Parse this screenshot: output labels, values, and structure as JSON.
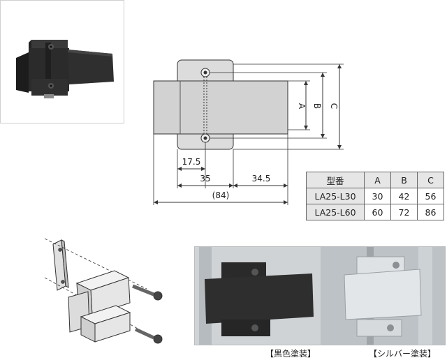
{
  "drawing": {
    "dim_A": "A",
    "dim_B": "B",
    "dim_C": "C",
    "dim_17_5": "17.5",
    "dim_35": "35",
    "dim_34_5": "34.5",
    "dim_84": "(84)"
  },
  "spec_table": {
    "headers": [
      "型番",
      "A",
      "B",
      "C"
    ],
    "rows": [
      [
        "LA25-L30",
        "30",
        "42",
        "56"
      ],
      [
        "LA25-L60",
        "60",
        "72",
        "86"
      ]
    ]
  },
  "captions": {
    "black": "【黒色塗装】",
    "silver": "【シルバー塗装】"
  }
}
